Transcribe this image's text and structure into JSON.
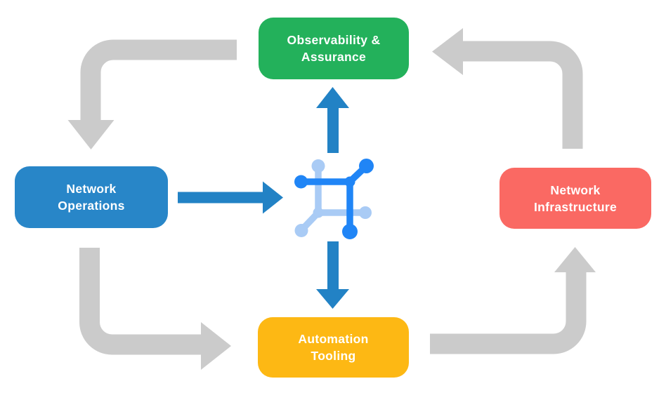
{
  "diagram": {
    "description": "Closed-loop network automation cycle with central platform icon",
    "nodes": {
      "observability": {
        "line1": "Observability &",
        "line2": "Assurance",
        "color": "#23B15B"
      },
      "operations": {
        "line1": "Network",
        "line2": "Operations",
        "color": "#2886C8"
      },
      "infrastructure": {
        "line1": "Network",
        "line2": "Infrastructure",
        "color": "#FA6963"
      },
      "automation": {
        "line1": "Automation",
        "line2": "Tooling",
        "color": "#FDB814"
      }
    },
    "center_icon": "network-automation-platform-icon",
    "flows": [
      {
        "from": "observability",
        "to": "operations",
        "style": "gray-outer-loop"
      },
      {
        "from": "operations",
        "to": "automation",
        "style": "gray-outer-loop"
      },
      {
        "from": "automation",
        "to": "infrastructure",
        "style": "gray-outer-loop"
      },
      {
        "from": "infrastructure",
        "to": "observability",
        "style": "gray-outer-loop"
      },
      {
        "from": "operations",
        "to": "center",
        "style": "blue-inner"
      },
      {
        "from": "center",
        "to": "observability",
        "style": "blue-inner"
      },
      {
        "from": "center",
        "to": "automation",
        "style": "blue-inner"
      }
    ],
    "palette": {
      "gray_arrow": "#CBCBCB",
      "blue_arrow": "#2282C5",
      "icon_dark_blue": "#2085F6",
      "icon_light_blue": "#A9CBF5",
      "text": "#FFFFFF",
      "background": "#FFFFFF"
    }
  }
}
